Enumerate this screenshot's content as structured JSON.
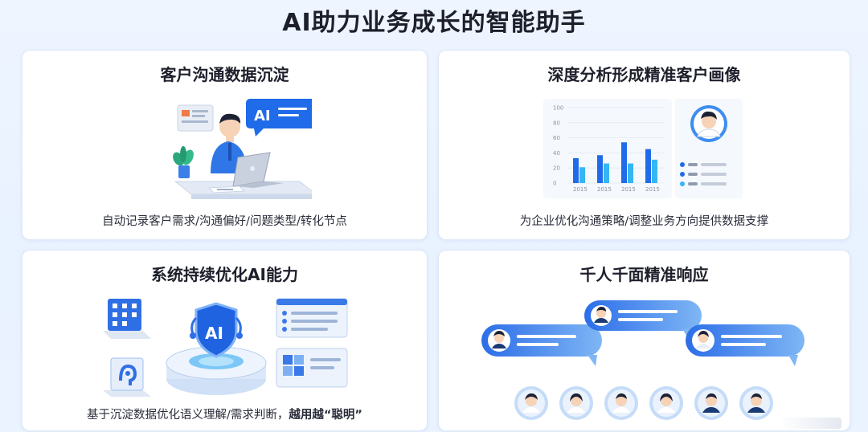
{
  "page": {
    "title": "AI助力业务成长的智能助手"
  },
  "cards": [
    {
      "title": "客户沟通数据沉淀",
      "desc": "自动记录客户需求/沟通偏好/问题类型/转化节点",
      "illustration": {
        "bubble_text": "AI"
      }
    },
    {
      "title": "深度分析形成精准客户画像",
      "desc": "为企业优化沟通策略/调整业务方向提供数据支撑",
      "chart_data": {
        "type": "bar",
        "categories": [
          "2015",
          "2015",
          "2015",
          "2015"
        ],
        "series": [
          {
            "values": [
              33,
              37,
              54,
              45
            ],
            "color": "#1f6bea"
          },
          {
            "values": [
              21,
              26,
              26,
              31
            ],
            "color": "#35b6f3"
          }
        ],
        "ylim": [
          0,
          100
        ],
        "yticks": [
          "100",
          "80",
          "60",
          "40",
          "20",
          "0"
        ]
      }
    },
    {
      "title": "系统持续优化AI能力",
      "desc_main": "基于沉淀数据优化语义理解/需求判断，",
      "desc_bold": "越用越“聪明”",
      "illustration": {
        "shield_text": "AI"
      }
    },
    {
      "title": "千人千面精准响应"
    }
  ],
  "colors": {
    "primary": "#1f6bea",
    "light_blue": "#35b6f3",
    "text": "#1d1f2b"
  }
}
